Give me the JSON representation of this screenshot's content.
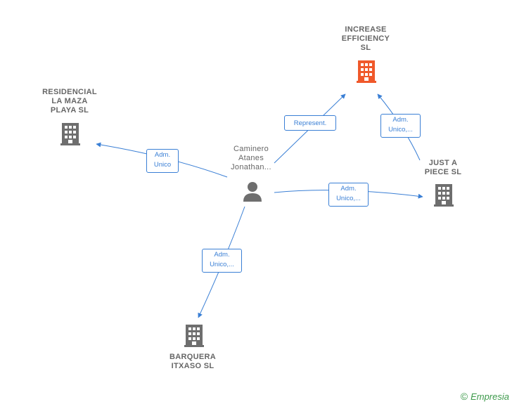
{
  "nodes": {
    "person": {
      "label": "Caminero\nAtanes\nJonathan..."
    },
    "increase": {
      "label": "INCREASE\nEFFICIENCY\nSL"
    },
    "residencial": {
      "label": "RESIDENCIAL\nLA MAZA\nPLAYA  SL"
    },
    "justapiece": {
      "label": "JUST A\nPIECE  SL"
    },
    "barquera": {
      "label": "BARQUERA\nITXASO  SL"
    }
  },
  "edges": {
    "represent": {
      "label": "Represent."
    },
    "adm_residencial": {
      "label": "Adm.\nUnico"
    },
    "adm_justapiece": {
      "label": "Adm.\nUnico,..."
    },
    "adm_barquera": {
      "label": "Adm.\nUnico,..."
    },
    "adm_increase": {
      "label": "Adm.\nUnico,..."
    }
  },
  "colors": {
    "edge": "#3a7fd5",
    "building_gray": "#6e6e6e",
    "building_highlight": "#f0592b",
    "person": "#6e6e6e"
  },
  "footer": {
    "copyright": "©",
    "brand": "Empresia"
  }
}
